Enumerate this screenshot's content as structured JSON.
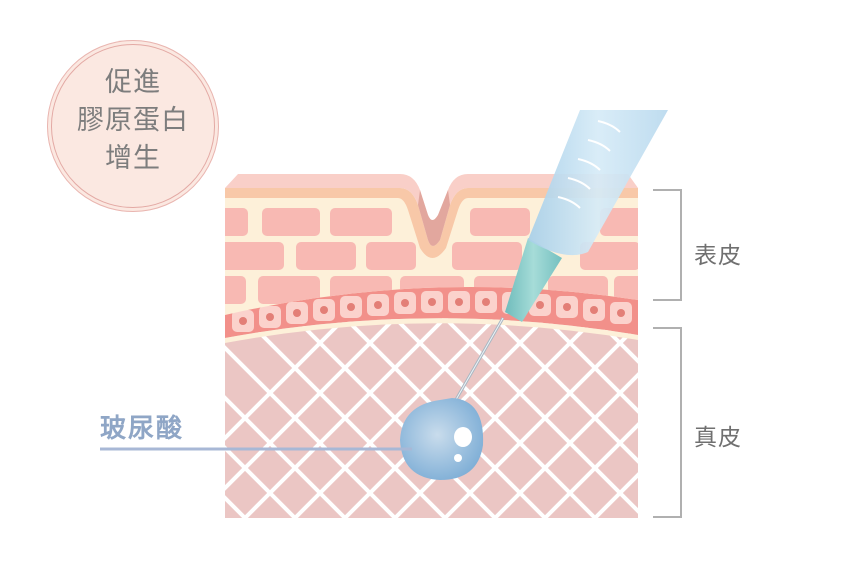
{
  "badge": {
    "lines": [
      "促進",
      "膠原蛋白",
      "增生"
    ],
    "fill": "#fbe8e1",
    "border": "#e3a9a4"
  },
  "labels": {
    "epidermis": "表皮",
    "dermis": "真皮",
    "hyaluronic_acid": "玻尿酸"
  },
  "colors": {
    "epidermis_brick": "#f8b9b3",
    "mortar": "#fdf0d9",
    "surface": "#f8c8a8",
    "basal_cell": "#fbd2cc",
    "basal_nucleus": "#e37f77",
    "basal_band": "#f2908a",
    "dermis_tile": "#ebc6c4",
    "syringe": "#bcdcf0",
    "hub": "#7ec8c8",
    "droplet": "#8db8dc",
    "pointer_line": "#a8b8d6",
    "bracket": "#b0b0b0"
  }
}
